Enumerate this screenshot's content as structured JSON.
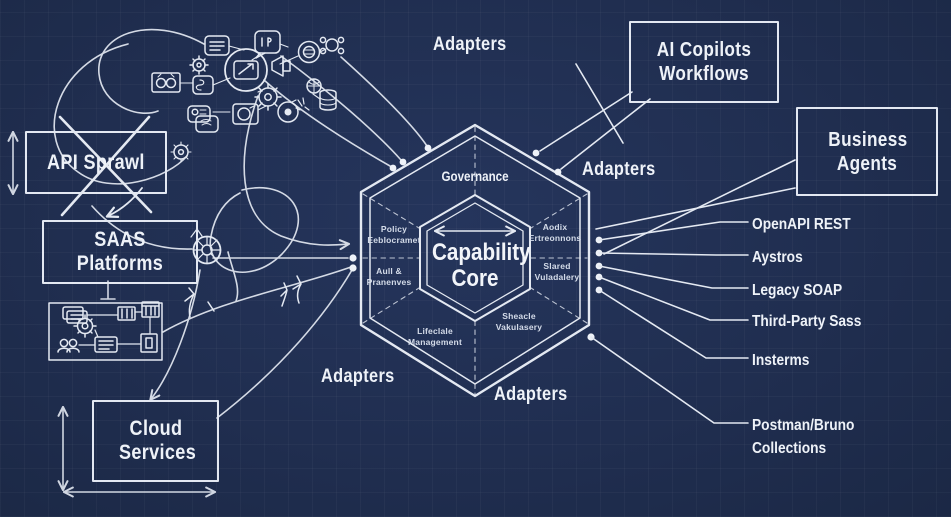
{
  "colors": {
    "background": "#202e50",
    "ink": "#e6ebf4"
  },
  "boxes": {
    "api_sprawl": "API Sprawl",
    "saas_platforms": "SAAS Platforms",
    "cloud_services": "Cloud Services",
    "ai_copilots_workflows": "AI Copilots Workflows",
    "business_agents": "Business Agents"
  },
  "api_sprawl_crossed_out": true,
  "hex": {
    "governance": "Governance",
    "core": "Capability Core",
    "segments": {
      "upper_left": "Policy Eeblocramet",
      "lower_left": "Aull & Pranenves",
      "upper_right": "Aodix Ertreonnons",
      "lower_right": "Slared Vuladalery",
      "bottom_left": "Lifeclale Management",
      "bottom_right": "Sheacle Vakulasery"
    }
  },
  "adapters": "Adapters",
  "right_list": [
    "OpenAPI REST",
    "Aystros",
    "Legacy SOAP",
    "Third-Party Sass",
    "Insterms",
    "Postman/Bruno Collections"
  ],
  "icons": [
    "document-icon",
    "chat-icon",
    "gear-icon",
    "globe-icon",
    "edit-photo-icon",
    "binoculars-icon",
    "flask-icon",
    "megaphone-icon",
    "cog-icon",
    "record-icon",
    "sparkle-icon",
    "camera-box-icon",
    "database-icon",
    "mini-globe-icon",
    "id-card-icon",
    "robot-icon",
    "wheel-icon",
    "flag-icon",
    "doc-stack-icon",
    "cluster-gear-icon",
    "columns-icon",
    "bank-icon",
    "people-icon",
    "doc-lines-icon",
    "server-door-icon"
  ]
}
